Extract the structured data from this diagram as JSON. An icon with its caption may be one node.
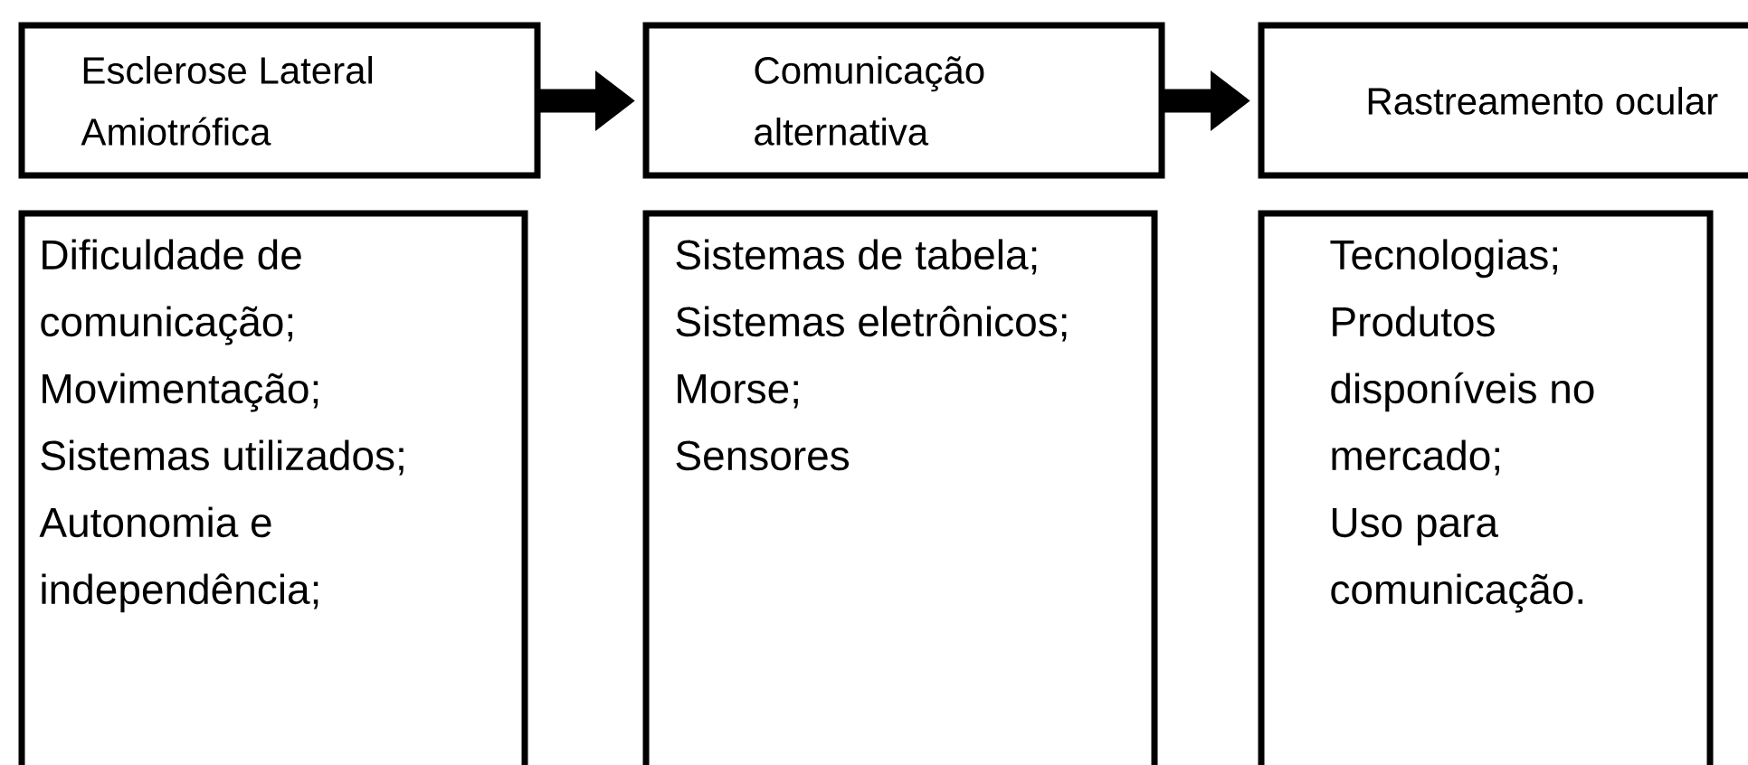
{
  "diagram": {
    "nodes": [
      {
        "text": [
          "Esclerose Lateral Amiotrófica"
        ]
      },
      {
        "text": [
          "Comunicação alternativa"
        ]
      },
      {
        "text": [
          "Rastreamento ocular"
        ]
      },
      {
        "text": [
          "Dificuldade de comunicação;",
          "Movimentação;",
          "Sistemas utilizados;",
          "Autonomia e independência;"
        ]
      },
      {
        "text": [
          "Sistemas de tabela;",
          "Sistemas eletrônicos;",
          "Morse;",
          "Sensores"
        ]
      },
      {
        "text": [
          "Tecnologias;",
          "Produtos disponíveis no mercado;",
          "Uso para comunicação."
        ]
      }
    ],
    "edges": [
      {
        "from": 0,
        "to": 1,
        "arrow": "to"
      },
      {
        "from": 1,
        "to": 2,
        "arrow": "to"
      }
    ]
  }
}
